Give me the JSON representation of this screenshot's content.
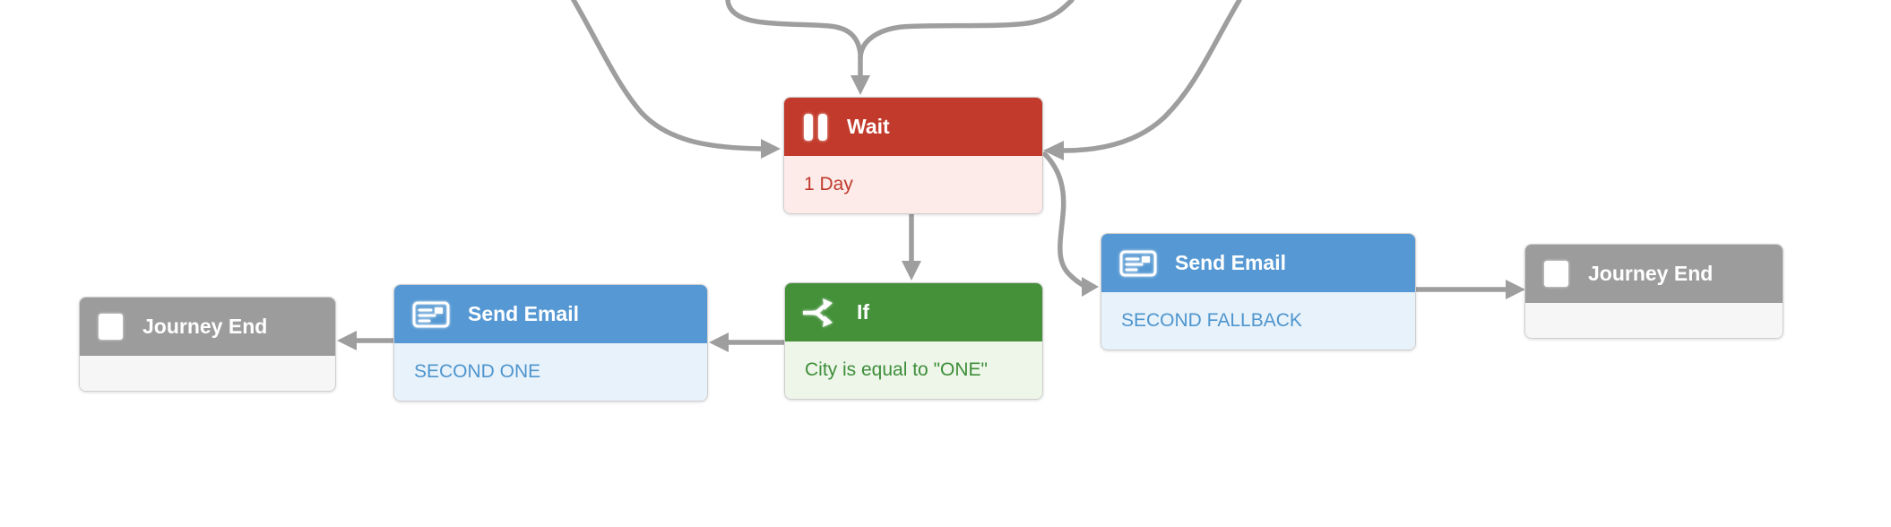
{
  "canvas": {
    "description": "Marketing automation journey canvas"
  },
  "nodes": [
    {
      "id": "wait",
      "type": "wait",
      "icon": "pause-icon",
      "title": "Wait",
      "detail": "1 Day"
    },
    {
      "id": "if",
      "type": "if",
      "icon": "split-icon",
      "title": "If",
      "detail": "City is equal to \"ONE\""
    },
    {
      "id": "send-email-one",
      "type": "email",
      "icon": "email-icon",
      "title": "Send Email",
      "detail": "SECOND ONE"
    },
    {
      "id": "journey-end-left",
      "type": "end",
      "icon": "stop-icon",
      "title": "Journey End",
      "detail": ""
    },
    {
      "id": "send-email-fallback",
      "type": "email",
      "icon": "email-icon",
      "title": "Send Email",
      "detail": "SECOND FALLBACK"
    },
    {
      "id": "journey-end-right",
      "type": "end",
      "icon": "stop-icon",
      "title": "Journey End",
      "detail": ""
    }
  ],
  "connections": [
    {
      "from": "offscreen-top-left",
      "to": "wait",
      "enters": "left-edge"
    },
    {
      "from": "offscreen-top",
      "to": "wait",
      "enters": "top-edge"
    },
    {
      "from": "offscreen-top-right",
      "to": "wait",
      "enters": "top-edge"
    },
    {
      "from": "offscreen-right",
      "to": "wait",
      "enters": "right-edge"
    },
    {
      "from": "wait",
      "to": "if"
    },
    {
      "from": "wait",
      "to": "send-email-fallback"
    },
    {
      "from": "if",
      "to": "send-email-one"
    },
    {
      "from": "send-email-one",
      "to": "journey-end-left"
    },
    {
      "from": "send-email-fallback",
      "to": "journey-end-right"
    }
  ],
  "colors": {
    "wait_header": "#c23a2b",
    "wait_body": "#fcebe9",
    "wait_text": "#c0392b",
    "email_header": "#5598d3",
    "email_body": "#e8f2fa",
    "email_text": "#4e95ce",
    "if_header": "#44913a",
    "if_body": "#edf6e9",
    "if_text": "#3e8e3a",
    "end_header": "#9c9c9c",
    "end_body": "#f6f6f6",
    "connector": "#9e9e9e"
  }
}
